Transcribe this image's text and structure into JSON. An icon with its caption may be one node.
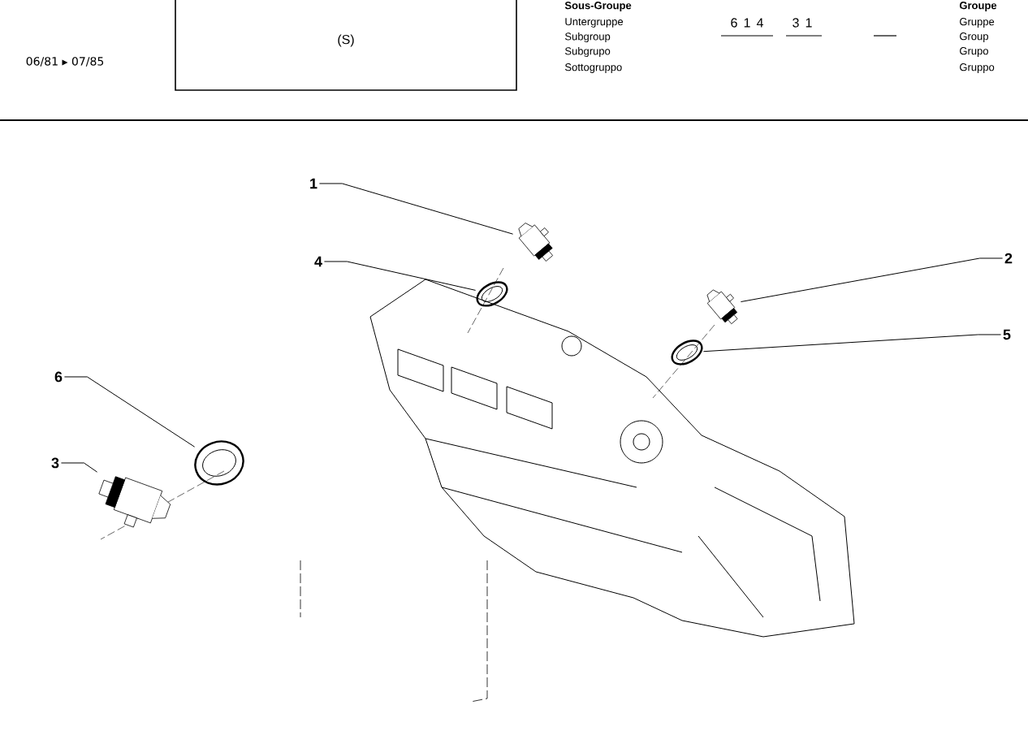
{
  "diagram": {
    "nodes": [
      {
        "text": [
          "(S)"
        ]
      },
      {
        "text": [
          "1"
        ]
      },
      {
        "text": [
          "4"
        ]
      },
      {
        "text": [
          "6"
        ]
      },
      {
        "text": [
          "3"
        ]
      },
      {
        "text": [
          "2"
        ]
      },
      {
        "text": [
          "5"
        ]
      },
      {
        "text": [],
        "shape": "picture"
      },
      {
        "text": [],
        "shape": "picture"
      },
      {
        "text": [],
        "shape": "picture"
      },
      {
        "text": [],
        "shape": "picture"
      },
      {
        "text": [],
        "shape": "picture"
      },
      {
        "text": [],
        "shape": "picture"
      }
    ],
    "edges": [
      {
        "from": 1,
        "to": 7,
        "arrow": "none"
      },
      {
        "from": 2,
        "to": 8,
        "arrow": "none"
      },
      {
        "from": 3,
        "to": 9,
        "arrow": "none"
      },
      {
        "from": 4,
        "to": 10,
        "arrow": "none"
      },
      {
        "from": 5,
        "to": 11,
        "arrow": "none"
      },
      {
        "from": 6,
        "to": 12,
        "arrow": "none"
      }
    ],
    "labels": [
      "06/81 ▸ 07/85",
      "Sous-Groupe",
      "Untergruppe",
      "Subgroup",
      "Subgrupo",
      "Sottogruppo",
      "6",
      "1",
      "4",
      "3",
      "1",
      "Groupe",
      "Gruppe",
      "Group",
      "Grupo",
      "Gruppo"
    ]
  }
}
